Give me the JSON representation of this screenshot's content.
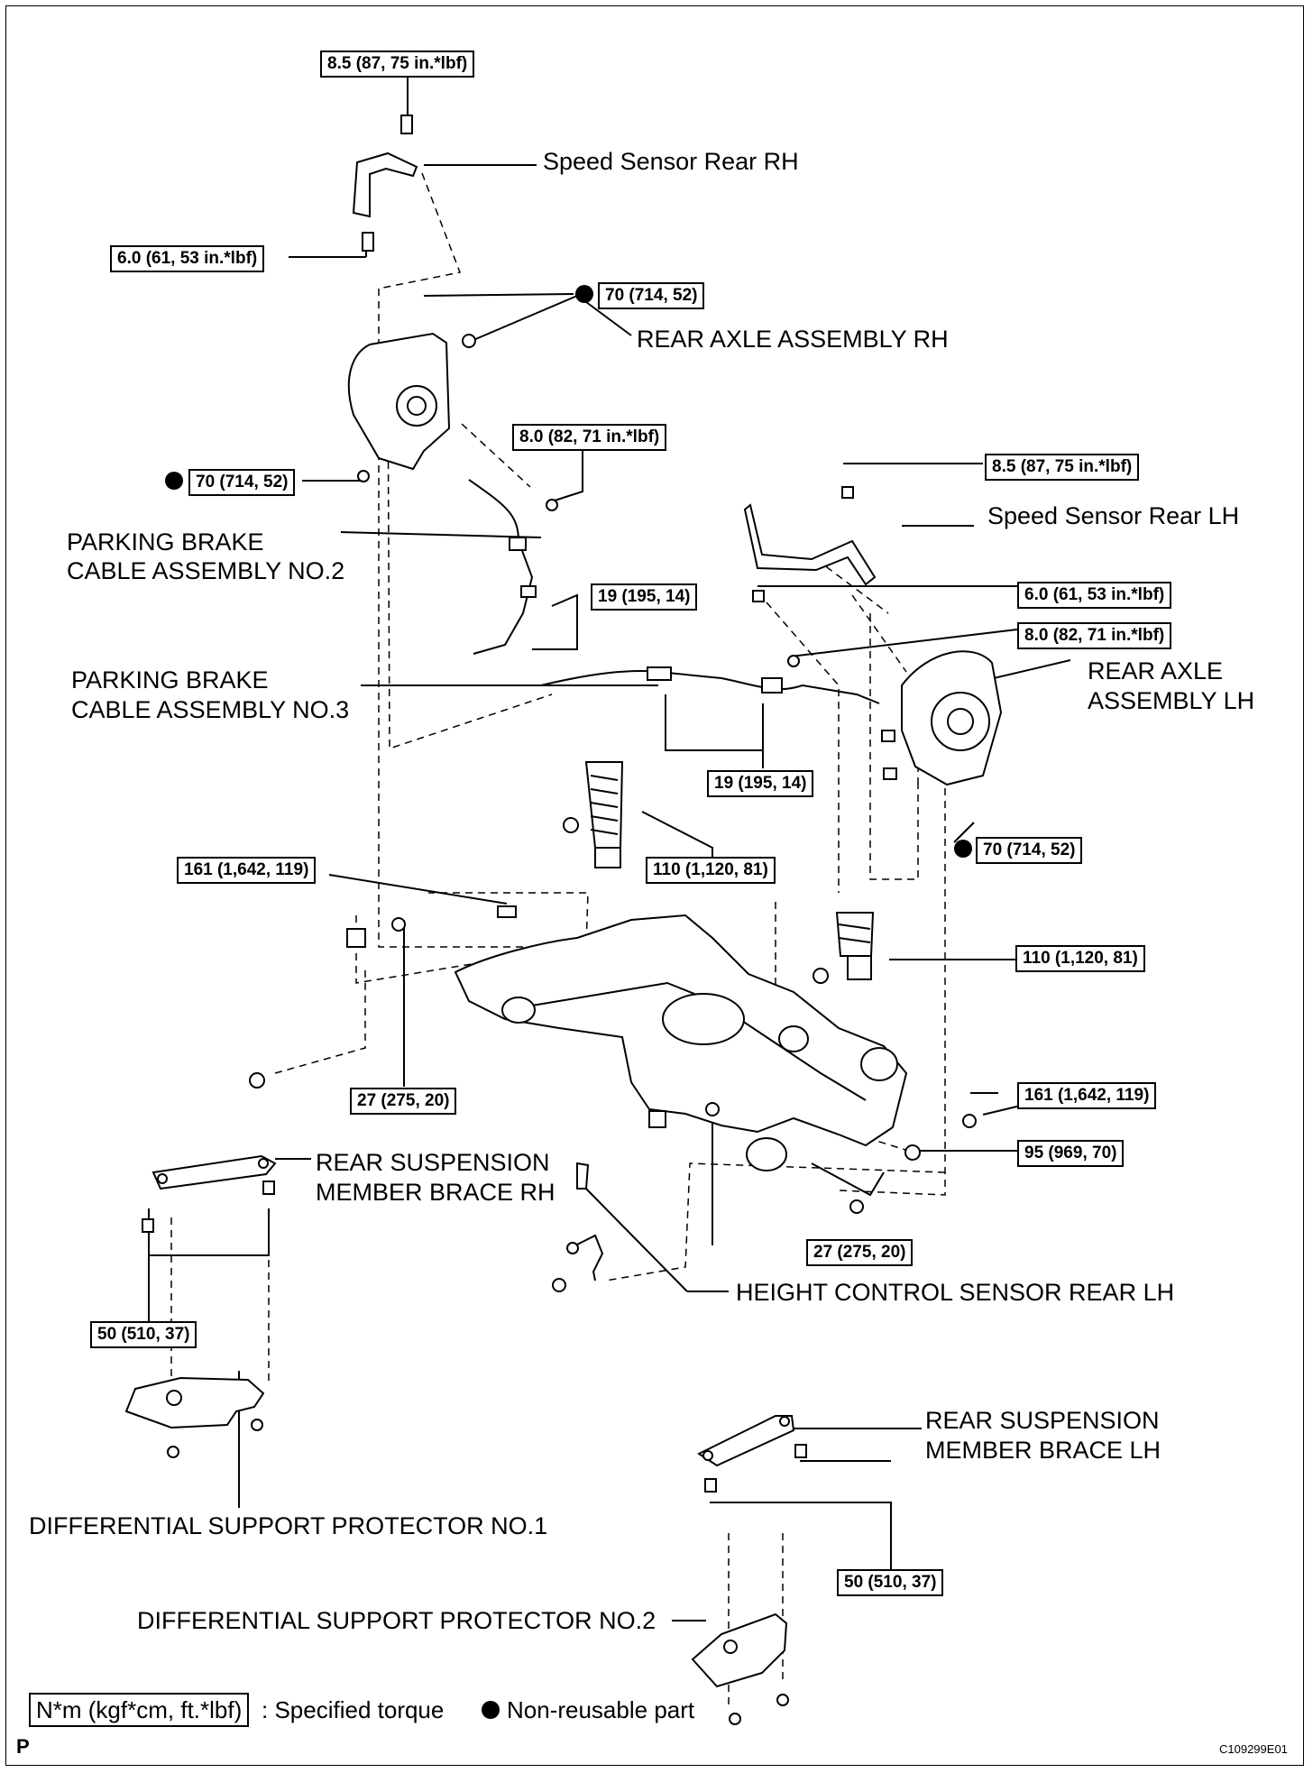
{
  "torques": {
    "t1": "8.5 (87, 75 in.*lbf)",
    "t2": "6.0 (61, 53 in.*lbf)",
    "t3": "70 (714, 52)",
    "t4": "70 (714, 52)",
    "t5": "8.0 (82, 71 in.*lbf)",
    "t6": "19 (195, 14)",
    "t7": "8.5 (87, 75 in.*lbf)",
    "t8": "6.0 (61, 53 in.*lbf)",
    "t9": "8.0 (82, 71 in.*lbf)",
    "t10": "19 (195, 14)",
    "t11": "70 (714, 52)",
    "t12": "110 (1,120, 81)",
    "t13": "161 (1,642, 119)",
    "t14": "110 (1,120, 81)",
    "t15": "27 (275, 20)",
    "t16": "161 (1,642, 119)",
    "t17": "95 (969, 70)",
    "t18": "27 (275, 20)",
    "t19": "50 (510, 37)",
    "t20": "50 (510, 37)"
  },
  "labels": {
    "speed_sensor_rh": "Speed Sensor Rear RH",
    "rear_axle_rh": "REAR AXLE ASSEMBLY RH",
    "pbc2_line1": "PARKING BRAKE",
    "pbc2_line2": "CABLE ASSEMBLY NO.2",
    "speed_sensor_lh": "Speed Sensor Rear LH",
    "pbc3_line1": "PARKING BRAKE",
    "pbc3_line2": "CABLE ASSEMBLY NO.3",
    "rear_axle_lh_line1": "REAR AXLE",
    "rear_axle_lh_line2": "ASSEMBLY LH",
    "brace_rh_line1": "REAR SUSPENSION",
    "brace_rh_line2": "MEMBER BRACE RH",
    "height_sensor": "HEIGHT CONTROL SENSOR REAR LH",
    "brace_lh_line1": "REAR SUSPENSION",
    "brace_lh_line2": "MEMBER BRACE LH",
    "diff_protector_1": "DIFFERENTIAL SUPPORT PROTECTOR NO.1",
    "diff_protector_2": "DIFFERENTIAL SUPPORT PROTECTOR NO.2"
  },
  "legend": {
    "unit_box": "N*m (kgf*cm, ft.*lbf)",
    "unit_desc": ": Specified torque",
    "nonreusable": "Non-reusable part"
  },
  "footer": {
    "page_mark": "P",
    "figure_code": "C109299E01"
  }
}
